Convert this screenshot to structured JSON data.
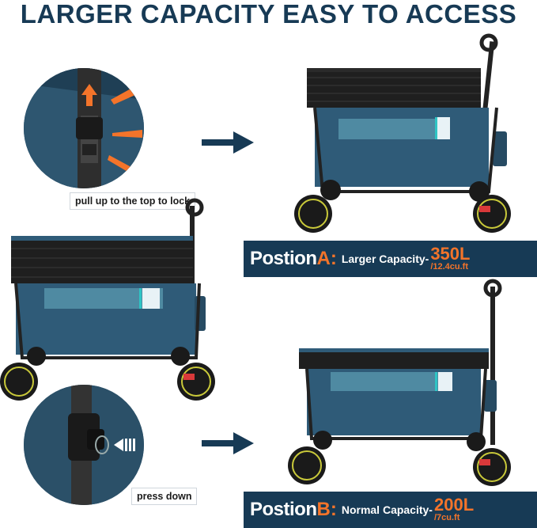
{
  "headline": "LARGER CAPACITY EASY TO ACCESS",
  "captions": {
    "top": "pull up to the top to lock",
    "bottom": "press down"
  },
  "panels": {
    "a": {
      "label": "Postion ",
      "letter": "A:",
      "desc": "Larger Capacity-",
      "volume": "350L",
      "cuft": "/12.4cu.ft"
    },
    "b": {
      "label": "Postion ",
      "letter": "B:",
      "desc": "Normal Capacity-",
      "volume": "200L",
      "cuft": "/7cu.ft"
    }
  },
  "colors": {
    "navy": "#173a55",
    "orange": "#f4742a",
    "wagon_body": "#2f5b78",
    "wheel_rim": "#c9c93a"
  }
}
